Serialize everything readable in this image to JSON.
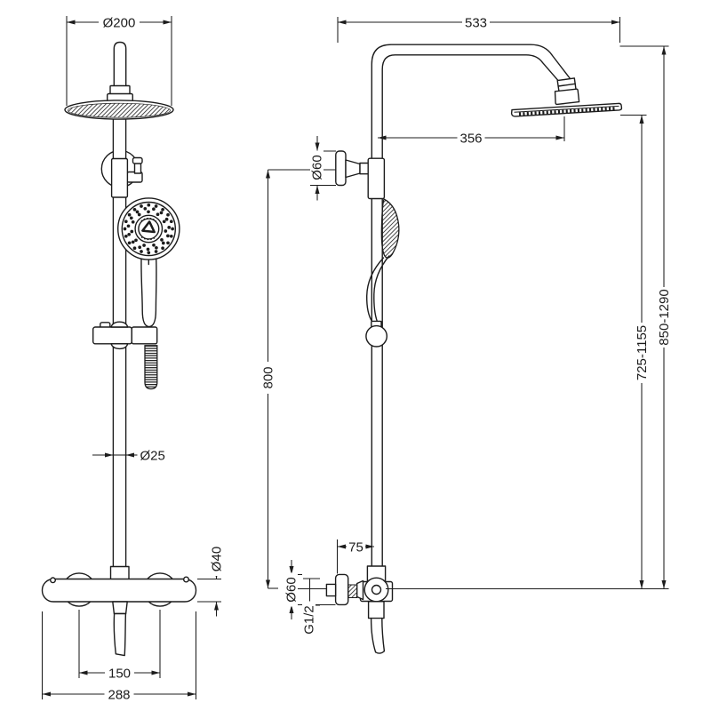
{
  "drawing": {
    "type": "technical-drawing",
    "subject": "thermostatic shower column, front and side elevation",
    "background": "#ffffff",
    "line_color": "#1c1c1c",
    "dims": {
      "head_diameter": "Ø200",
      "pipe_diameter": "Ø25",
      "valve_body_diameter": "Ø40",
      "knob_spacing": "150",
      "valve_width": "288",
      "arm_projection": "533",
      "head_offset": "356",
      "bracket_diameter": "Ø60",
      "rail_length": "800",
      "head_height_range": "725-1155",
      "overall_height_range": "850-1290",
      "supply_offset": "75",
      "supply_flange_diameter": "Ø60",
      "thread_size": "G1/2"
    }
  }
}
